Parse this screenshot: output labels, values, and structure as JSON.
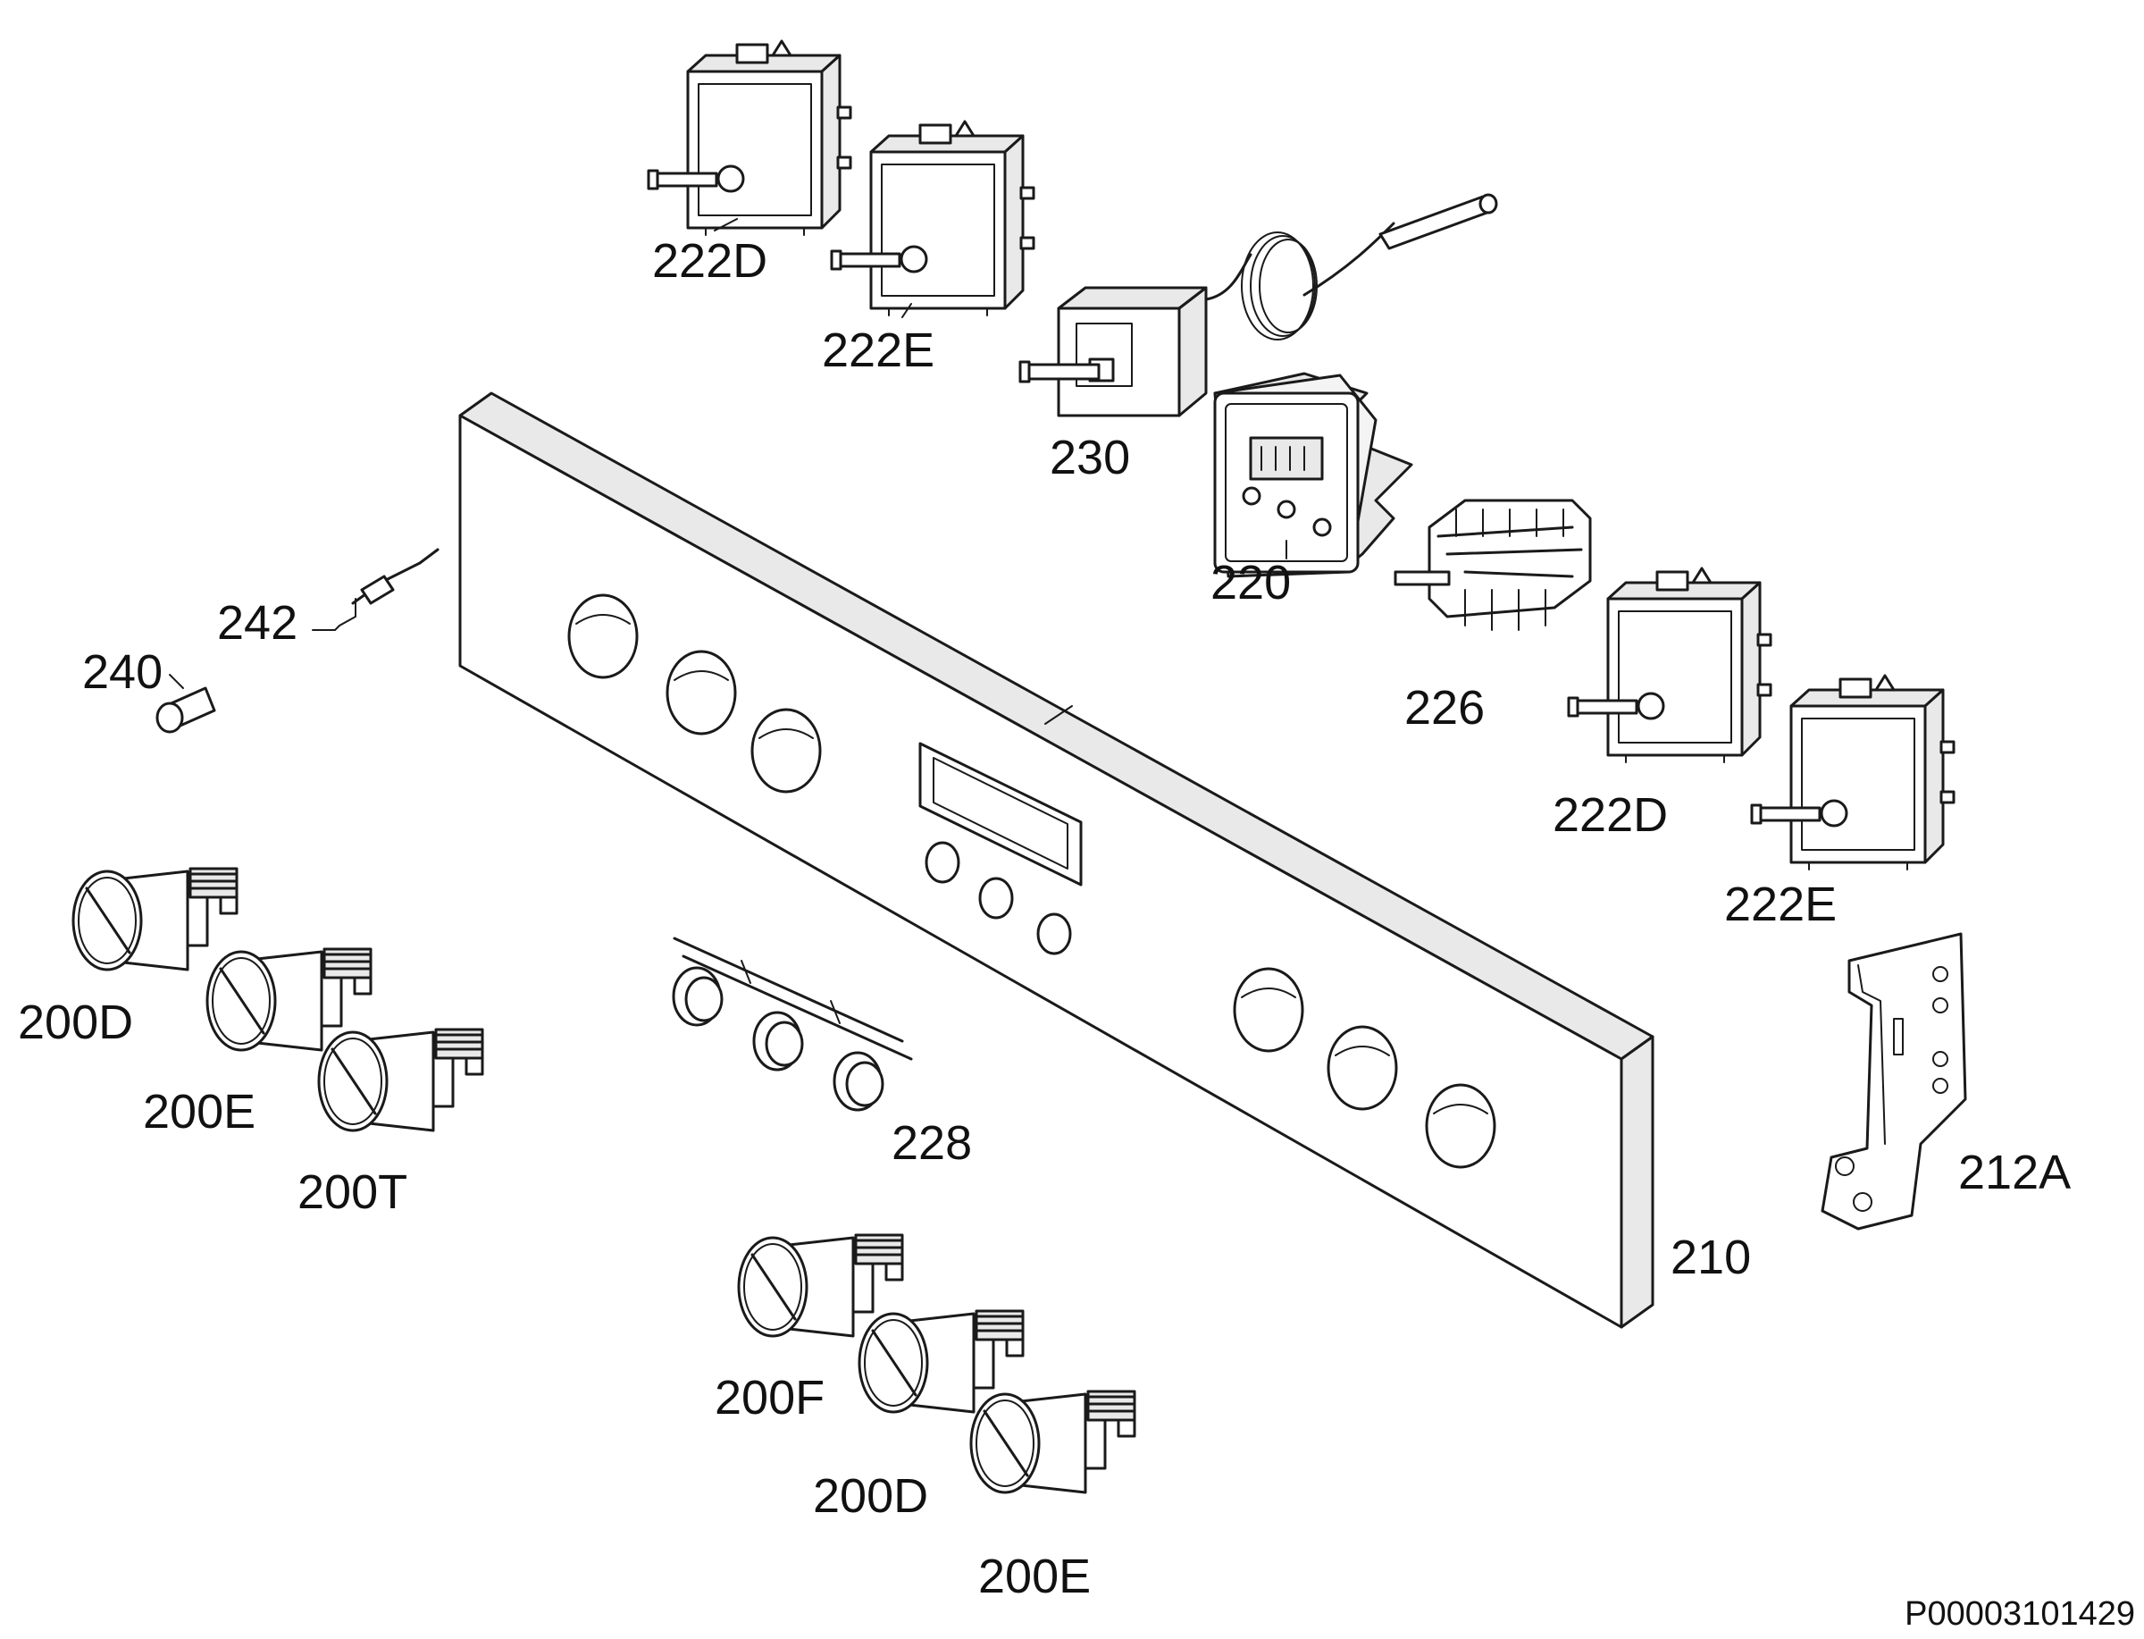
{
  "document_code": "P00003101429",
  "labels": {
    "switch_top_left": "222D",
    "switch_top_second": "222E",
    "thermostat": "230",
    "timer_display": "220",
    "selector_switch": "226",
    "switch_right_upper": "222D",
    "switch_right_lower": "222E",
    "bracket": "212A",
    "panel": "210",
    "lamp_holder": "242",
    "lamp_lens": "240",
    "knob_left_1": "200D",
    "knob_left_2": "200E",
    "knob_left_3": "200T",
    "push_buttons": "228",
    "knob_bottom_1": "200F",
    "knob_bottom_2": "200D",
    "knob_bottom_3": "200E"
  }
}
